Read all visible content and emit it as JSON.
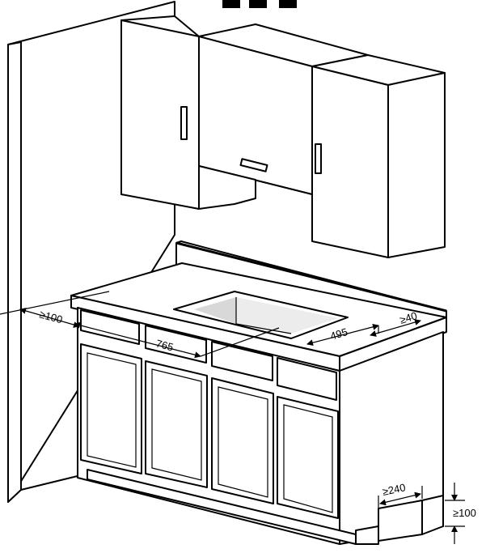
{
  "diagram": {
    "dimensions": {
      "side_clearance": "≥100",
      "cutout_width": "765",
      "cutout_depth": "495",
      "back_clearance": "≥40",
      "plinth_width": "≥240",
      "plinth_height": "≥100"
    }
  }
}
